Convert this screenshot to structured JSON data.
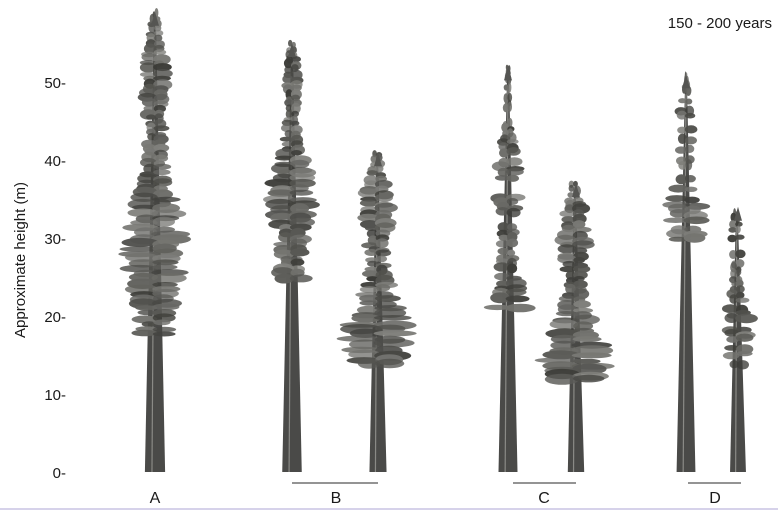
{
  "figure": {
    "title": "150 - 200 years",
    "y_axis_label": "Approximate height (m)",
    "y_ticks": [
      "0-",
      "10-",
      "20-",
      "30-",
      "40-",
      "50-"
    ],
    "group_labels": [
      "A",
      "B",
      "C",
      "D"
    ]
  },
  "trees": [
    {
      "group": "A",
      "height_m": 59,
      "crown_base_m": 18,
      "crown": "full-conical"
    },
    {
      "group": "B",
      "height_m": 55,
      "crown_base_m": 25,
      "crown": "tall-narrow"
    },
    {
      "group": "B",
      "height_m": 41,
      "crown_base_m": 14,
      "crown": "broad-bushy"
    },
    {
      "group": "C",
      "height_m": 52,
      "crown_base_m": 20,
      "crown": "sparse-tall"
    },
    {
      "group": "C",
      "height_m": 37,
      "crown_base_m": 12,
      "crown": "broad-bushy"
    },
    {
      "group": "D",
      "height_m": 51,
      "crown_base_m": 30,
      "crown": "sparse-tall"
    },
    {
      "group": "D",
      "height_m": 34,
      "crown_base_m": 14,
      "crown": "sparse-short"
    }
  ]
}
